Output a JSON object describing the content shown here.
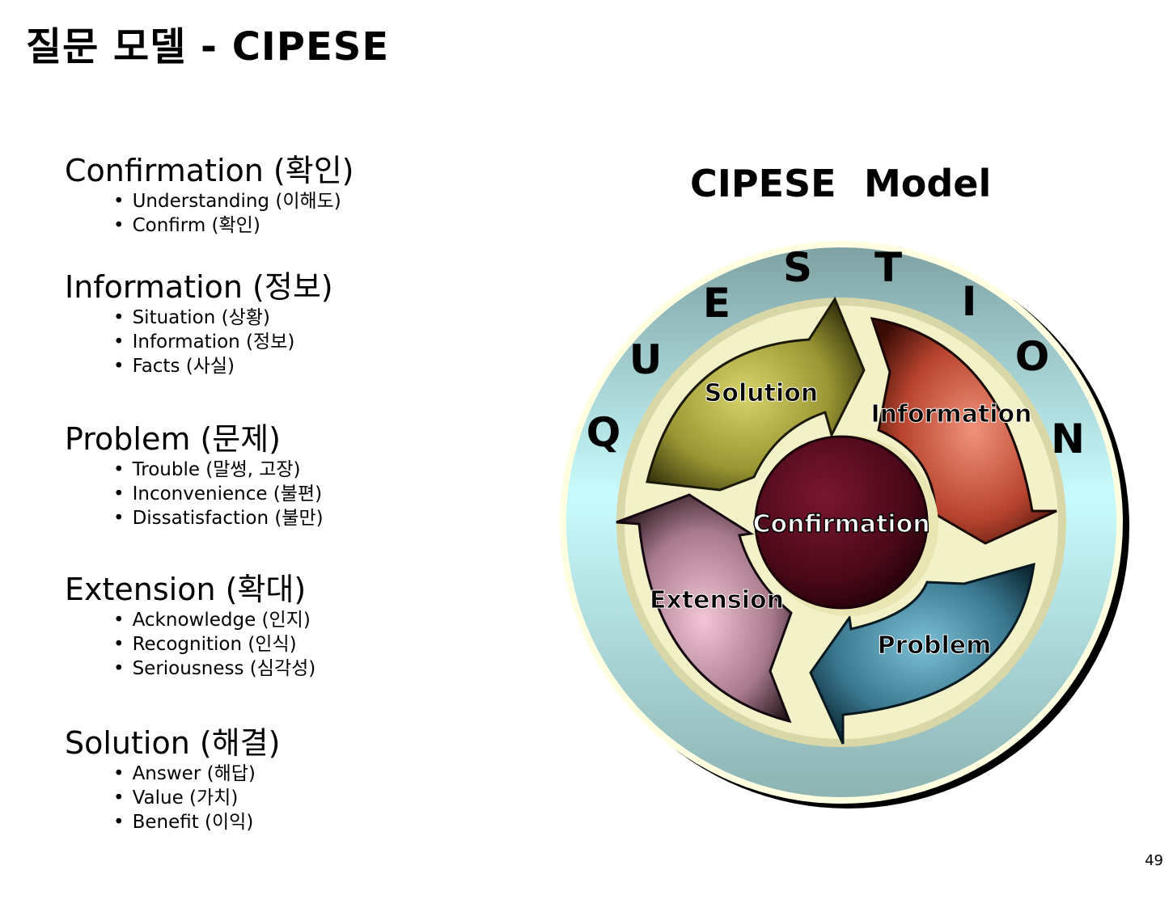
{
  "page_title": "질문 모델 - CIPESE",
  "sections": [
    {
      "heading": "Confirmation (확인)",
      "items": [
        "Understanding (이해도)",
        "Confirm (확인)"
      ]
    },
    {
      "heading": "Information (정보)",
      "items": [
        "Situation (상황)",
        "Information (정보)",
        "Facts (사실)"
      ]
    },
    {
      "heading": "Problem (문제)",
      "items": [
        "Trouble (말썽, 고장)",
        "Inconvenience (불편)",
        "Dissatisfaction (불만)"
      ]
    },
    {
      "heading": "Extension (확대)",
      "items": [
        "Acknowledge (인지)",
        "Recognition (인식)",
        "Seriousness (심각성)"
      ]
    },
    {
      "heading": "Solution (해결)",
      "items": [
        "Answer (해답)",
        "Value (가치)",
        "Benefit (이익)"
      ]
    }
  ],
  "model": {
    "title_word1": "CIPESE",
    "title_word2": "Model",
    "ring_letters": [
      "Q",
      "U",
      "E",
      "S",
      "T",
      "I",
      "O",
      "N"
    ],
    "center_label": "Confirmation",
    "arrow_labels": {
      "solution": "Solution",
      "information": "Information",
      "problem": "Problem",
      "extension": "Extension"
    },
    "colors": {
      "solution": "#a7a43a",
      "information": "#c8503a",
      "problem": "#3f7f97",
      "extension": "#b48397",
      "center": "#5a0a1e"
    }
  },
  "page_number": "49"
}
